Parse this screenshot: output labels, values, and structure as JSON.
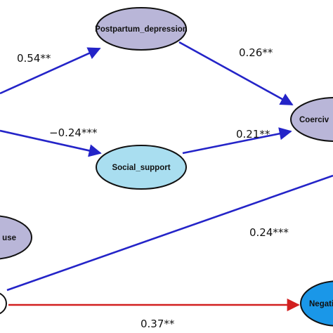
{
  "nodes": {
    "postpartum_depression": {
      "label": "Postpartum_depression",
      "fill": "#b9b6d8"
    },
    "social_support": {
      "label": "Social_support",
      "fill": "#a9def0"
    },
    "coercive": {
      "label": "Coerciv",
      "fill": "#b9b6d8"
    },
    "abuse": {
      "label": "use",
      "fill": "#b9b6d8"
    },
    "negative": {
      "label": "Negativ",
      "fill": "#1a97e8"
    },
    "left_bottom": {
      "label": "",
      "fill": "#ffffff"
    }
  },
  "paths": {
    "left_to_ppd": {
      "coefficient": "0.54**",
      "color": "#2424c8"
    },
    "ppd_to_coercive": {
      "coefficient": "0.26**",
      "color": "#2424c8"
    },
    "left_to_social": {
      "coefficient": "−0.24***",
      "color": "#2424c8"
    },
    "social_to_coercive": {
      "coefficient": "0.21**",
      "color": "#2424c8"
    },
    "bottom_to_coercive": {
      "coefficient": "0.24***",
      "color": "#2424c8"
    },
    "bottom_to_negative": {
      "coefficient": "0.37**",
      "color": "#d22020"
    }
  }
}
